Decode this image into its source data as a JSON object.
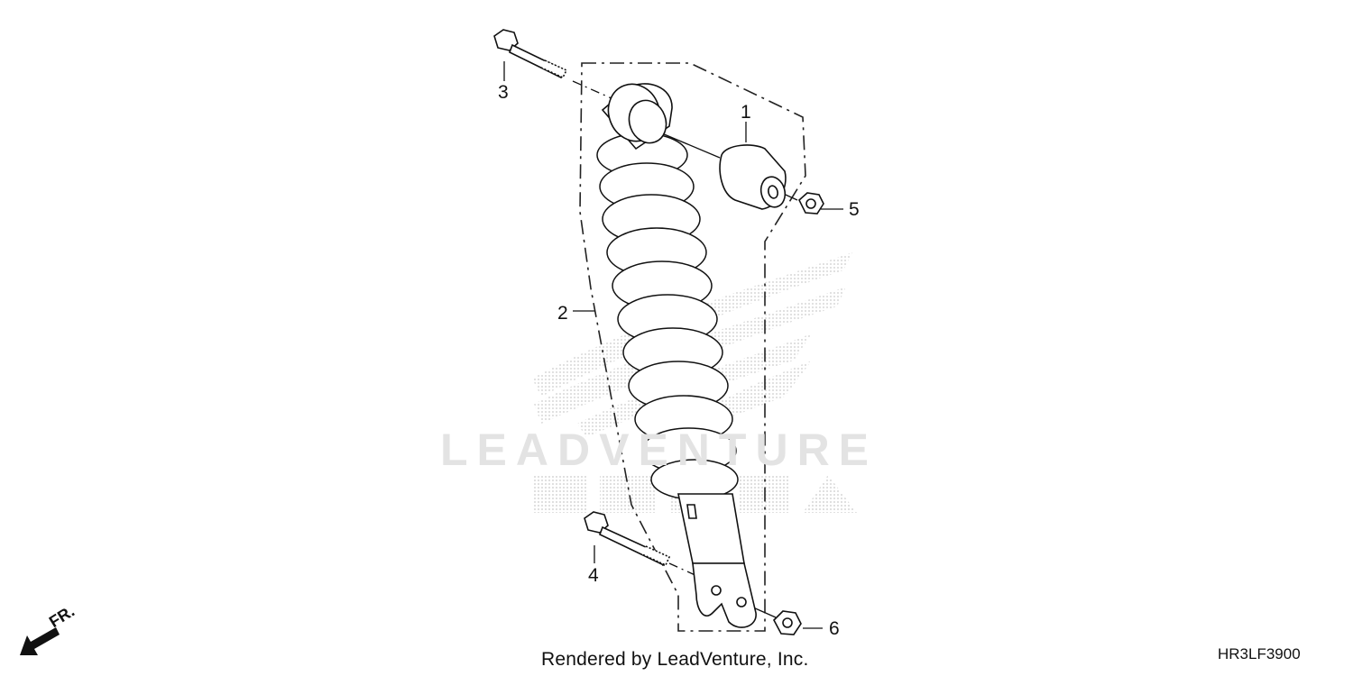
{
  "diagram": {
    "callouts": [
      {
        "id": "1",
        "label": "1"
      },
      {
        "id": "2",
        "label": "2"
      },
      {
        "id": "3",
        "label": "3"
      },
      {
        "id": "4",
        "label": "4"
      },
      {
        "id": "5",
        "label": "5"
      },
      {
        "id": "6",
        "label": "6"
      }
    ],
    "watermark_text": "LEADVENTURE",
    "watermark_brand": "HONDA",
    "direction_label": "FR.",
    "footer_text": "Rendered by LeadVenture, Inc.",
    "diagram_code": "HR3LF3900"
  }
}
